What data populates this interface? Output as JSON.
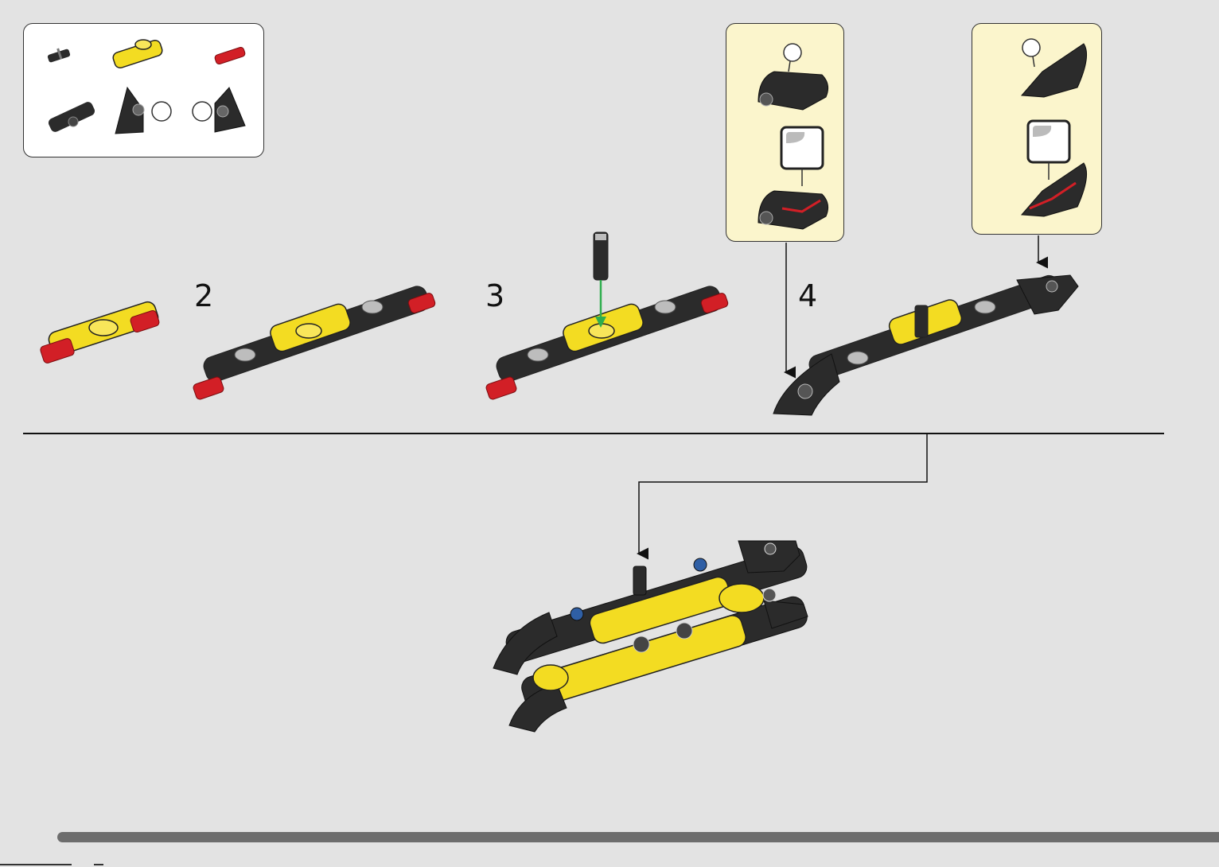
{
  "steps": [
    {
      "number": "2"
    },
    {
      "number": "3"
    },
    {
      "number": "4"
    }
  ],
  "colors": {
    "background": "#e3e3e3",
    "callout": "#fbf5cc",
    "part_black": "#2b2b2b",
    "part_yellow": "#f3dc22",
    "part_red": "#d21f26",
    "part_gray": "#bdbdbd",
    "arrow_green": "#2fae4e",
    "pin_blue": "#2f5fa5",
    "bar": "#6d6d6d"
  },
  "icons": [
    "sticker-icon",
    "insert-arrow-icon"
  ]
}
